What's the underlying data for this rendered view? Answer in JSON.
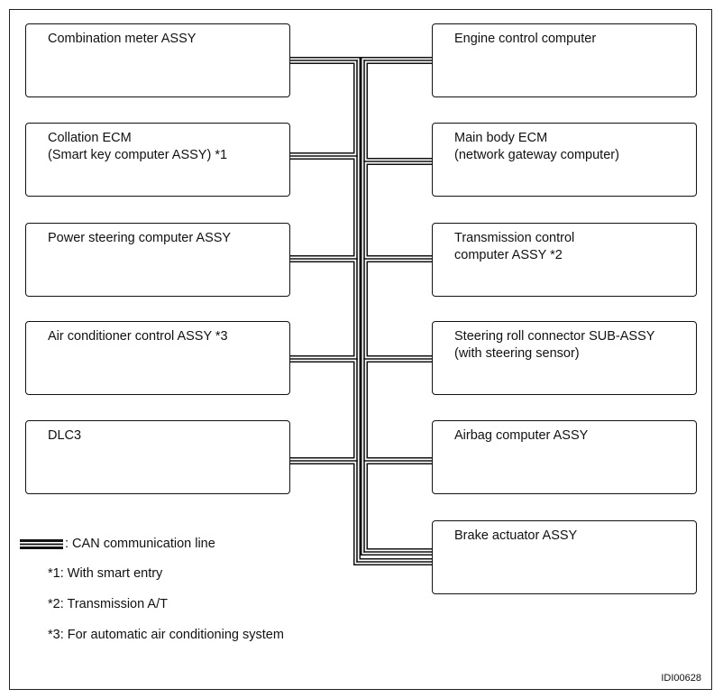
{
  "left_modules": [
    {
      "line1": "Combination meter ASSY",
      "line2": ""
    },
    {
      "line1": "Collation ECM",
      "line2": "(Smart key computer ASSY) *1"
    },
    {
      "line1": "Power steering computer ASSY",
      "line2": ""
    },
    {
      "line1": "Air conditioner control ASSY *3",
      "line2": ""
    },
    {
      "line1": "DLC3",
      "line2": ""
    }
  ],
  "right_modules": [
    {
      "line1": "Engine control computer",
      "line2": ""
    },
    {
      "line1": "Main body ECM",
      "line2": "(network gateway computer)"
    },
    {
      "line1": "Transmission control",
      "line2": "computer ASSY *2"
    },
    {
      "line1": "Steering roll connector SUB-ASSY",
      "line2": "(with steering sensor)"
    },
    {
      "line1": "Airbag computer ASSY",
      "line2": ""
    },
    {
      "line1": "Brake actuator ASSY",
      "line2": ""
    }
  ],
  "legend": {
    "line_label": ": CAN communication line",
    "note1": "*1: With smart entry",
    "note2": "*2: Transmission A/T",
    "note3": "*3: For automatic air conditioning system"
  },
  "figure_id": "IDI00628",
  "colors": {
    "line": "#111111",
    "background": "#ffffff"
  }
}
